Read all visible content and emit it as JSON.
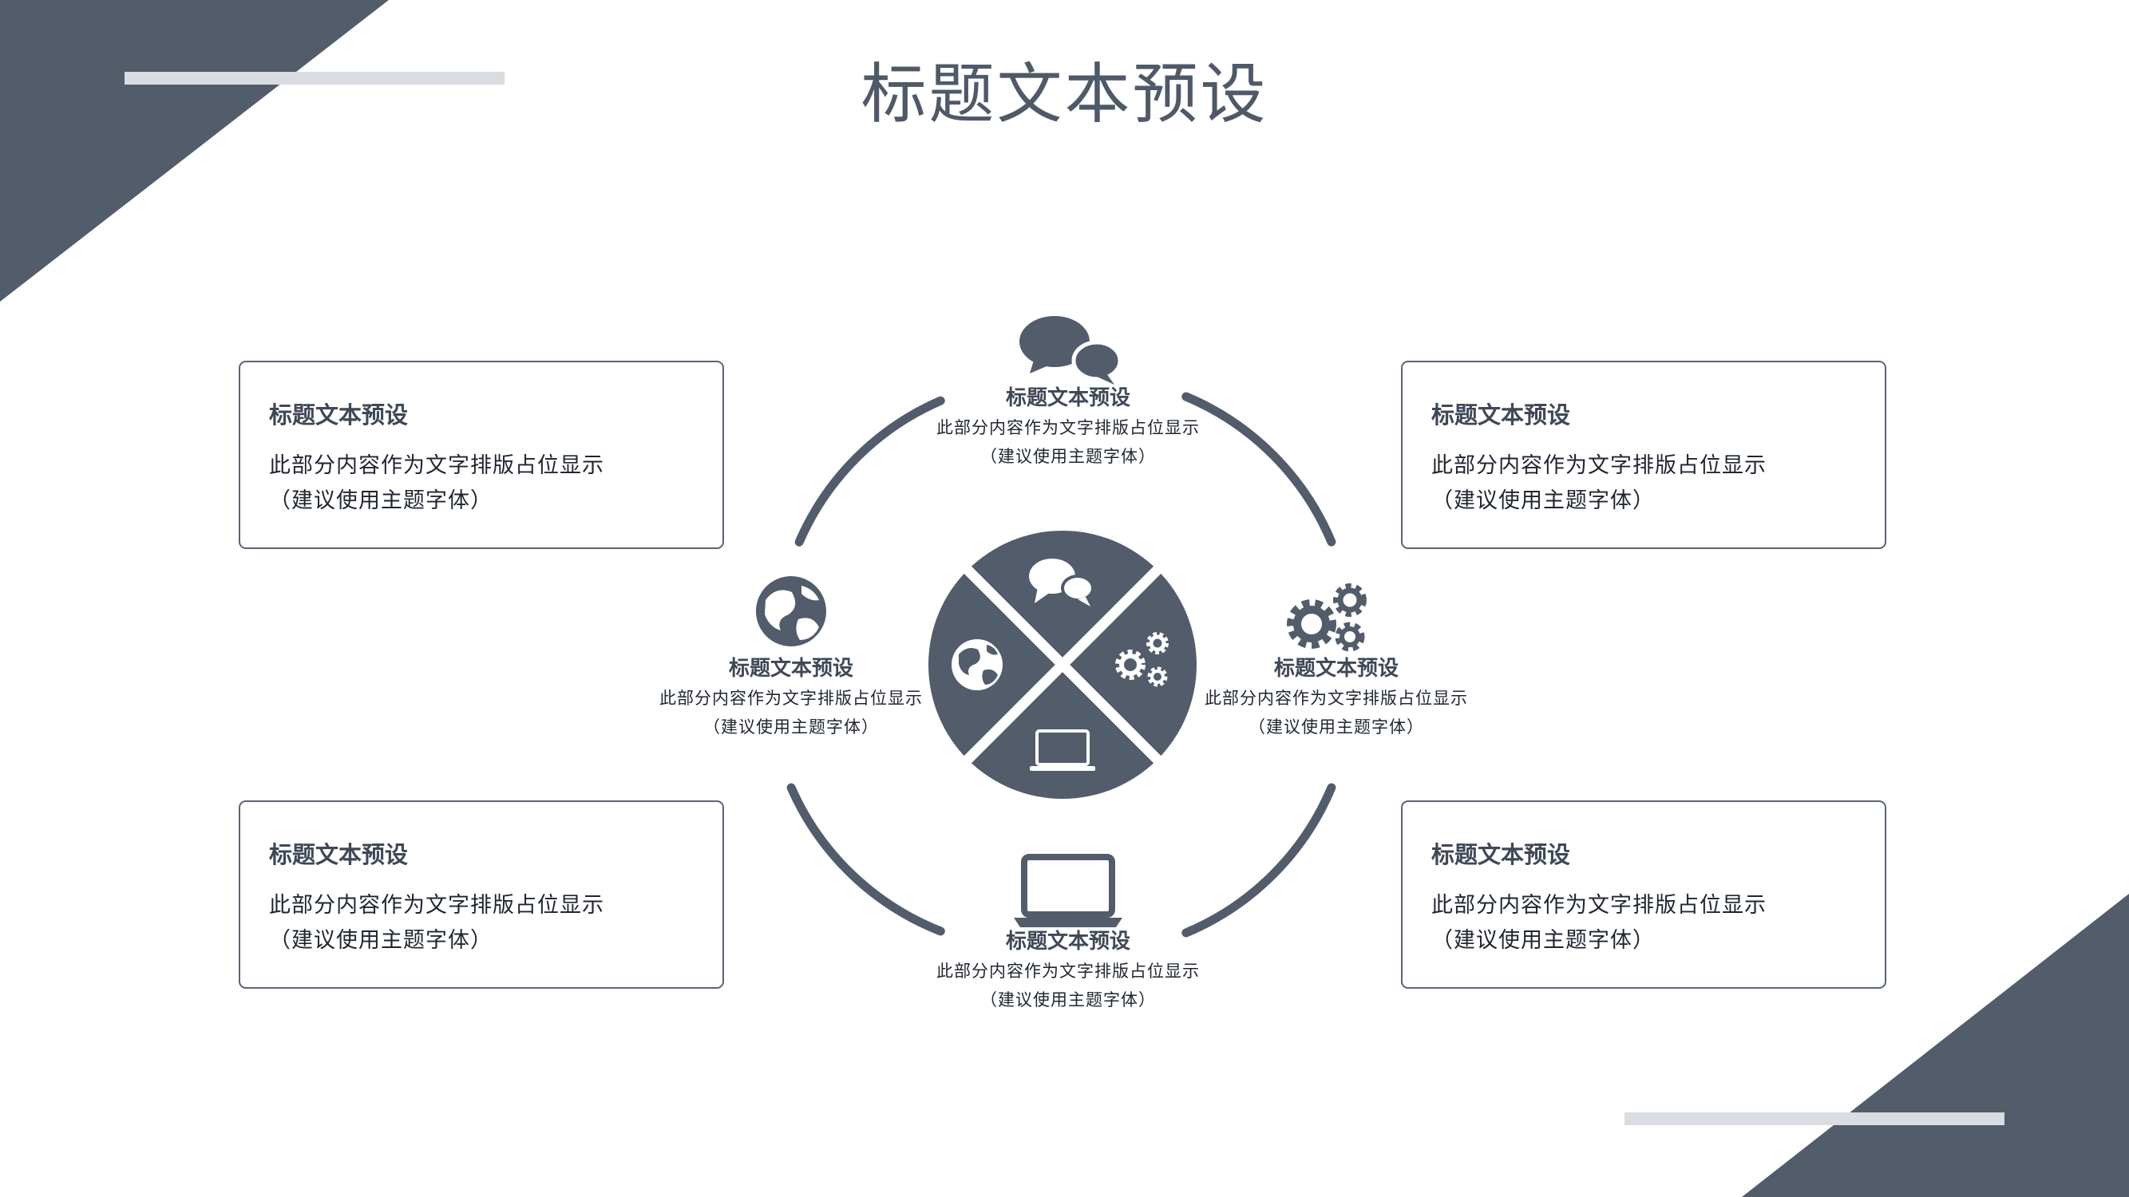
{
  "title": "标题文本预设",
  "colors": {
    "primary": "#525c6b",
    "light_bar": "#d9dce1",
    "card_border": "#5a6473"
  },
  "cards": [
    {
      "title": "标题文本预设",
      "line1": "此部分内容作为文字排版占位显示",
      "line2": "（建议使用主题字体）"
    },
    {
      "title": "标题文本预设",
      "line1": "此部分内容作为文字排版占位显示",
      "line2": "（建议使用主题字体）"
    },
    {
      "title": "标题文本预设",
      "line1": "此部分内容作为文字排版占位显示",
      "line2": "（建议使用主题字体）"
    },
    {
      "title": "标题文本预设",
      "line1": "此部分内容作为文字排版占位显示",
      "line2": "（建议使用主题字体）"
    }
  ],
  "nodes": {
    "top": {
      "icon": "chat-bubbles-icon",
      "title": "标题文本预设",
      "line1": "此部分内容作为文字排版占位显示",
      "line2": "（建议使用主题字体）"
    },
    "left": {
      "icon": "globe-icon",
      "title": "标题文本预设",
      "line1": "此部分内容作为文字排版占位显示",
      "line2": "（建议使用主题字体）"
    },
    "right": {
      "icon": "gears-icon",
      "title": "标题文本预设",
      "line1": "此部分内容作为文字排版占位显示",
      "line2": "（建议使用主题字体）"
    },
    "bottom": {
      "icon": "laptop-icon",
      "title": "标题文本预设",
      "line1": "此部分内容作为文字排版占位显示",
      "line2": "（建议使用主题字体）"
    }
  }
}
